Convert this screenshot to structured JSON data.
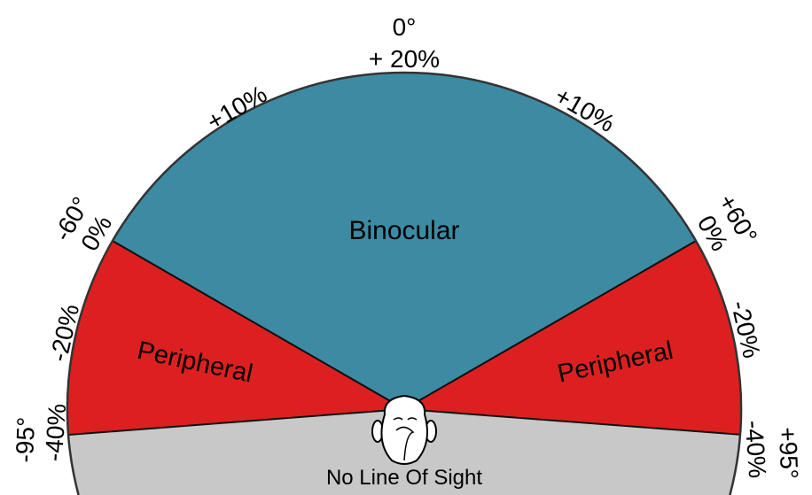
{
  "colors": {
    "binocular": "#3d8aa3",
    "peripheral": "#dc2020",
    "no_sight": "#c8c8c8"
  },
  "zones": {
    "binocular": "Binocular",
    "peripheral_left": "Peripheral",
    "peripheral_right": "Peripheral",
    "no_sight": "No Line Of Sight"
  },
  "labels": {
    "top_angle": "0°",
    "top_pct": "+ 20%",
    "left_10": "+10%",
    "right_10": "+10%",
    "left_60_angle": "-60°",
    "left_60_pct": "0%",
    "right_60_angle": "+60°",
    "right_60_pct": "0%",
    "left_20": "-20%",
    "right_20": "-20%",
    "left_95_angle": "-95°",
    "left_95_pct": "-40%",
    "right_95_angle": "+95°",
    "right_95_pct": "-40%"
  }
}
